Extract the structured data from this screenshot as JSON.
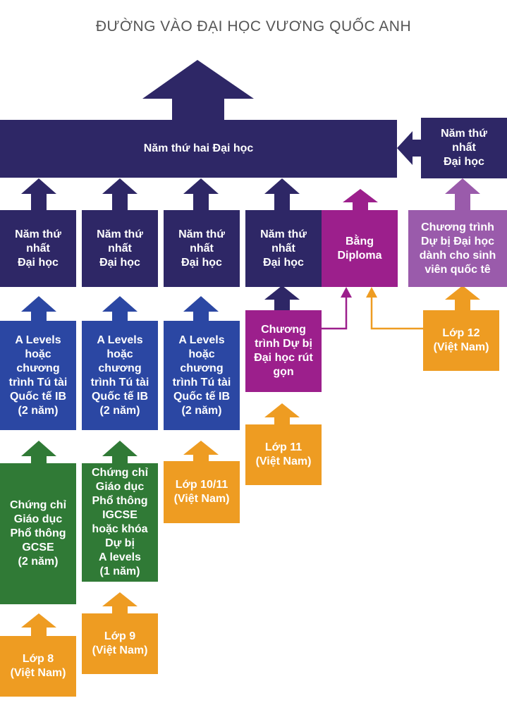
{
  "title": "ĐƯỜNG VÀO ĐẠI HỌC VƯƠNG QUỐC ANH",
  "colors": {
    "navy": "#2e2766",
    "blue": "#2b47a3",
    "green": "#307a36",
    "orange": "#ee9c22",
    "purple": "#9c1f8c",
    "lilac": "#9a5bab"
  },
  "boxes": {
    "second_year": "Năm thứ hai Đại học",
    "first_year_right": "Năm thứ\nnhất\nĐại học",
    "first_year_1": "Năm thứ\nnhất\nĐại học",
    "first_year_2": "Năm thứ\nnhất\nĐại học",
    "first_year_3": "Năm thứ\nnhất\nĐại học",
    "first_year_4": "Năm thứ\nnhất\nĐại học",
    "diploma": "Bằng\nDiploma",
    "foundation_international": "Chương trình\nDự bị Đại học\ndành cho sinh\nviên quốc tê",
    "alevels_1": "A Levels\nhoặc\nchương\ntrình Tú tài\nQuốc tế IB\n(2 năm)",
    "alevels_2": "A Levels\nhoặc\nchương\ntrình Tú tài\nQuốc tế IB\n(2 năm)",
    "alevels_3": "A Levels\nhoặc\nchương\ntrình Tú tài\nQuốc tế IB\n(2 năm)",
    "short_foundation": "Chương\ntrình Dự bị\nĐại học rút\ngọn",
    "grade12": "Lớp 12\n(Việt Nam)",
    "grade11": "Lớp 11\n(Việt Nam)",
    "grade10_11": "Lớp 10/11\n(Việt Nam)",
    "gcse": "Chứng chỉ\nGiáo dục\nPhổ thông\nGCSE\n(2 năm)",
    "igcse": "Chứng chỉ\nGiáo dục\nPhổ thông\nIGCSE\nhoặc khóa\nDự bị\nA levels\n(1 năm)",
    "grade9": "Lớp 9\n(Việt Nam)",
    "grade8": "Lớp 8\n(Việt Nam)"
  }
}
